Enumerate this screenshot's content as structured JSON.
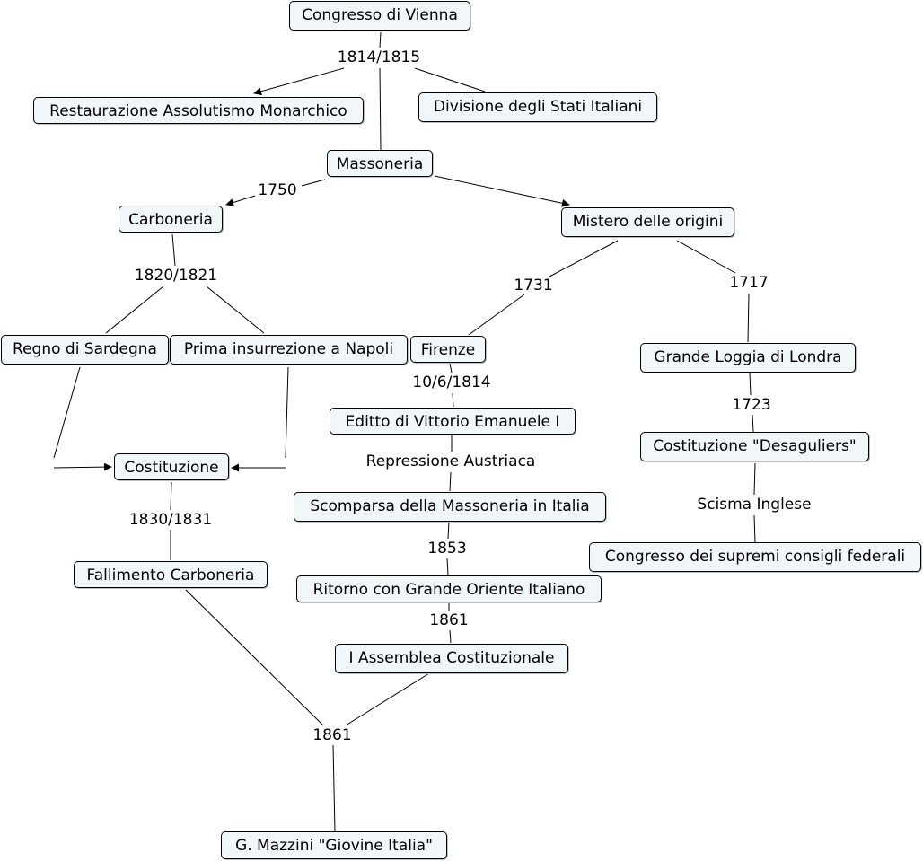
{
  "nodes": {
    "congresso_vienna": "Congresso di Vienna",
    "restaurazione": "Restaurazione Assolutismo Monarchico",
    "divisione_stati": "Divisione degli Stati Italiani",
    "massoneria": "Massoneria",
    "carboneria": "Carboneria",
    "mistero_origini": "Mistero delle origini",
    "regno_sardegna": "Regno di Sardegna",
    "insurrezione_napoli": "Prima insurrezione a Napoli",
    "firenze": "Firenze",
    "grande_loggia": "Grande Loggia di Londra",
    "editto": "Editto di Vittorio Emanuele I",
    "costituzione": "Costituzione",
    "costituzione_desaguliers": "Costituzione \"Desaguliers\"",
    "scomparsa": "Scomparsa della Massoneria in Italia",
    "congresso_supremi": "Congresso dei supremi consigli federali",
    "fallimento": "Fallimento Carboneria",
    "ritorno": "Ritorno con Grande Oriente Italiano",
    "assemblea": "I Assemblea Costituzionale",
    "mazzini": "G. Mazzini \"Giovine Italia\""
  },
  "labels": {
    "l_1814_1815": "1814/1815",
    "l_1750": "1750",
    "l_1820_1821": "1820/1821",
    "l_1731": "1731",
    "l_1717": "1717",
    "l_10_6_1814": "10/6/1814",
    "l_1723": "1723",
    "l_repressione": "Repressione Austriaca",
    "l_scisma": "Scisma Inglese",
    "l_1830_1831": "1830/1831",
    "l_1853": "1853",
    "l_1861_a": "1861",
    "l_1861_b": "1861"
  }
}
